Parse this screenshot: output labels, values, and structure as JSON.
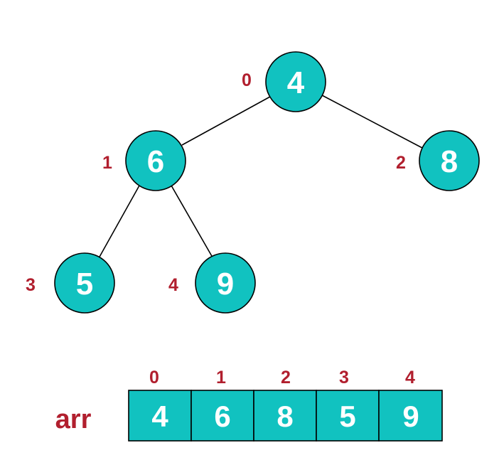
{
  "colors": {
    "node_fill": "#11c2c0",
    "index_text": "#b11f2e",
    "label_text": "#b11f2e",
    "line": "#000000",
    "value_text": "#ffffff"
  },
  "tree": {
    "nodes": [
      {
        "index": "0",
        "value": "4"
      },
      {
        "index": "1",
        "value": "6"
      },
      {
        "index": "2",
        "value": "8"
      },
      {
        "index": "3",
        "value": "5"
      },
      {
        "index": "4",
        "value": "9"
      }
    ],
    "edges": [
      [
        "0",
        "1"
      ],
      [
        "0",
        "2"
      ],
      [
        "1",
        "3"
      ],
      [
        "1",
        "4"
      ]
    ]
  },
  "array": {
    "label": "arr",
    "cells": [
      {
        "index": "0",
        "value": "4"
      },
      {
        "index": "1",
        "value": "6"
      },
      {
        "index": "2",
        "value": "8"
      },
      {
        "index": "3",
        "value": "5"
      },
      {
        "index": "4",
        "value": "9"
      }
    ]
  }
}
